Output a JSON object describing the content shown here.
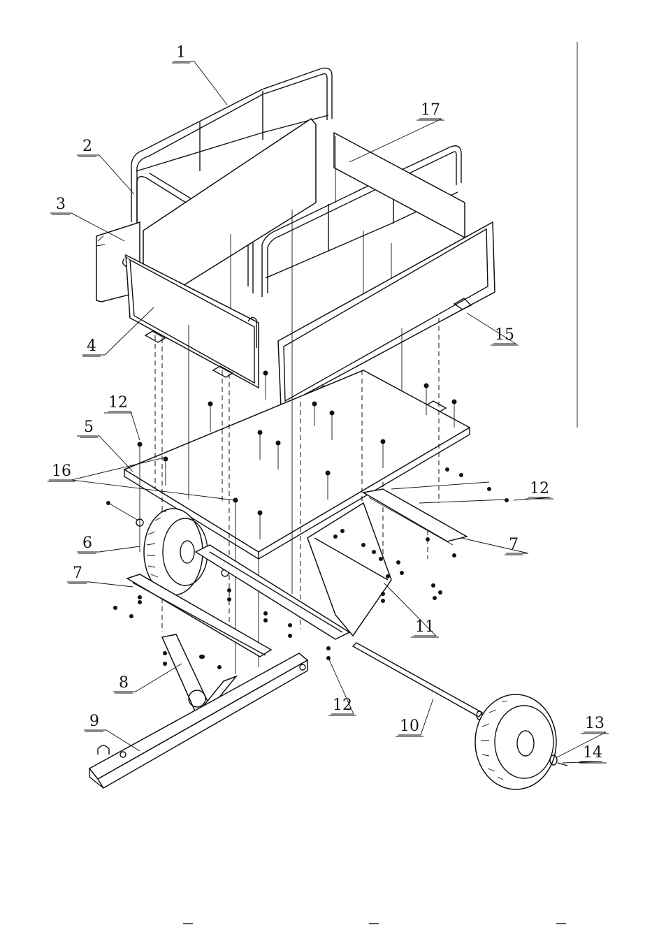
{
  "callouts": [
    {
      "id": "c1",
      "label": "1"
    },
    {
      "id": "c2",
      "label": "2"
    },
    {
      "id": "c3",
      "label": "3"
    },
    {
      "id": "c4",
      "label": "4"
    },
    {
      "id": "c5",
      "label": "5"
    },
    {
      "id": "c6",
      "label": "6"
    },
    {
      "id": "c7a",
      "label": "7"
    },
    {
      "id": "c7b",
      "label": "7"
    },
    {
      "id": "c8",
      "label": "8"
    },
    {
      "id": "c9",
      "label": "9"
    },
    {
      "id": "c10",
      "label": "10"
    },
    {
      "id": "c11",
      "label": "11"
    },
    {
      "id": "c12a",
      "label": "12"
    },
    {
      "id": "c12b",
      "label": "12"
    },
    {
      "id": "c12c",
      "label": "12"
    },
    {
      "id": "c13",
      "label": "13"
    },
    {
      "id": "c14",
      "label": "14"
    },
    {
      "id": "c15",
      "label": "15"
    },
    {
      "id": "c16",
      "label": "16"
    },
    {
      "id": "c17",
      "label": "17"
    }
  ]
}
